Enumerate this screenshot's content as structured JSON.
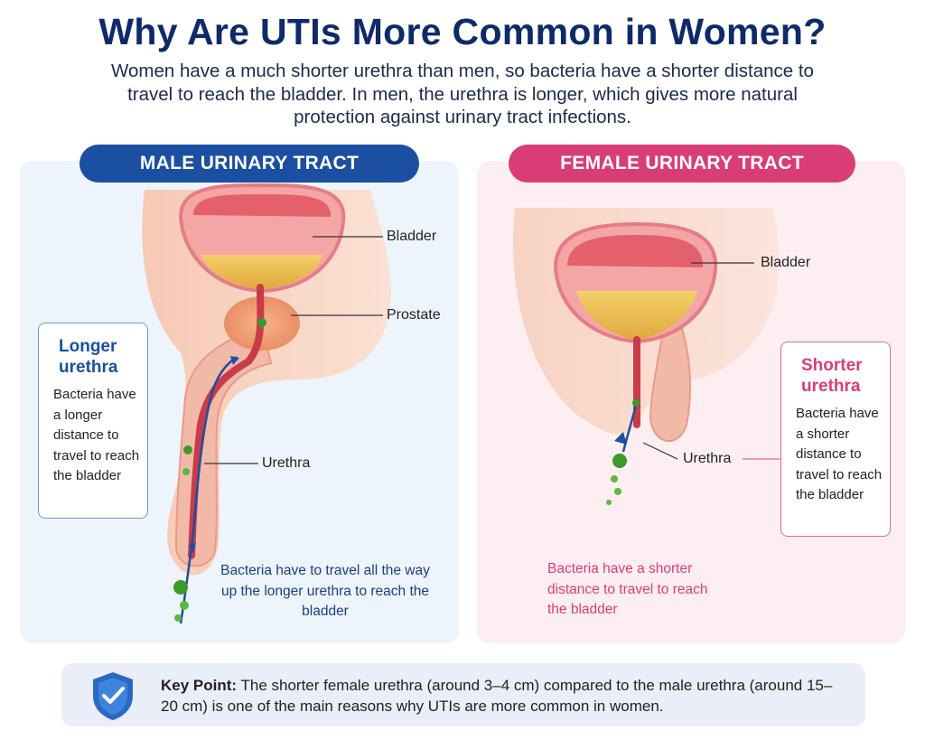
{
  "title": "Why Are UTIs More Common in Women?",
  "subtitle": "Women have a much shorter urethra than men, so bacteria have a shorter distance to travel to reach the bladder. In men, the urethra is longer, which gives more natural protection against urinary tract infections.",
  "male": {
    "header": "MALE URINARY TRACT",
    "labels": {
      "bladder": "Bladder",
      "prostate": "Prostate",
      "urethra": "Urethra"
    },
    "callout": {
      "title": "Longer urethra",
      "text": "Bacteria have a longer distance to travel to reach the bladder"
    },
    "note": "Bacteria have to travel all the way up the longer urethra to reach the bladder"
  },
  "female": {
    "header": "FEMALE URINARY TRACT",
    "labels": {
      "bladder": "Bladder",
      "urethra": "Urethra"
    },
    "callout": {
      "title": "Shorter urethra",
      "text": "Bacteria have a shorter distance to travel to reach the bladder"
    },
    "note": "Bacteria have a shorter distance to travel to reach the bladder"
  },
  "key_point": {
    "label": "Key Point:",
    "text": "The shorter female urethra (around 3–4 cm) compared to the male urethra (around 15–20 cm) is one of the main reasons why UTIs are more common in women."
  },
  "colors": {
    "navy": "#0e2a6b",
    "male_accent": "#1a4fa1",
    "female_accent": "#d93d75",
    "bacteria": "#3c9a2a"
  },
  "icons": {
    "key_point": "shield-check-icon",
    "bacteria": "bacteria-icon",
    "direction": "arrow-up-icon"
  }
}
